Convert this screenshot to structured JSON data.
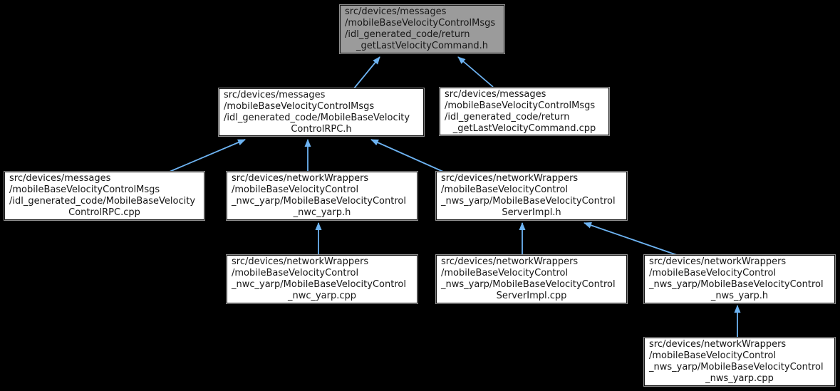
{
  "diagram": {
    "type": "include-dependency-graph",
    "background_color": "#000000",
    "arrow_color": "#6db3f2",
    "node_fill": "#ffffff",
    "node_border": "#141414",
    "highlighted_node_fill": "#9b9b9b",
    "nodes": {
      "n1": {
        "highlighted": true,
        "lines": [
          "src/devices/messages",
          "/mobileBaseVelocityControlMsgs",
          "/idl_generated_code/return",
          "_getLastVelocityCommand.h"
        ]
      },
      "n2": {
        "highlighted": false,
        "lines": [
          "src/devices/messages",
          "/mobileBaseVelocityControlMsgs",
          "/idl_generated_code/MobileBaseVelocity",
          "ControlRPC.h"
        ]
      },
      "n3": {
        "highlighted": false,
        "lines": [
          "src/devices/messages",
          "/mobileBaseVelocityControlMsgs",
          "/idl_generated_code/return",
          "_getLastVelocityCommand.cpp"
        ]
      },
      "n4": {
        "highlighted": false,
        "lines": [
          "src/devices/messages",
          "/mobileBaseVelocityControlMsgs",
          "/idl_generated_code/MobileBaseVelocity",
          "ControlRPC.cpp"
        ]
      },
      "n5": {
        "highlighted": false,
        "lines": [
          "src/devices/networkWrappers",
          "/mobileBaseVelocityControl",
          "_nwc_yarp/MobileBaseVelocityControl",
          "_nwc_yarp.h"
        ]
      },
      "n6": {
        "highlighted": false,
        "lines": [
          "src/devices/networkWrappers",
          "/mobileBaseVelocityControl",
          "_nws_yarp/MobileBaseVelocityControl",
          "ServerImpl.h"
        ]
      },
      "n7": {
        "highlighted": false,
        "lines": [
          "src/devices/networkWrappers",
          "/mobileBaseVelocityControl",
          "_nwc_yarp/MobileBaseVelocityControl",
          "_nwc_yarp.cpp"
        ]
      },
      "n8": {
        "highlighted": false,
        "lines": [
          "src/devices/networkWrappers",
          "/mobileBaseVelocityControl",
          "_nws_yarp/MobileBaseVelocityControl",
          "ServerImpl.cpp"
        ]
      },
      "n9": {
        "highlighted": false,
        "lines": [
          "src/devices/networkWrappers",
          "/mobileBaseVelocityControl",
          "_nws_yarp/MobileBaseVelocityControl",
          "_nws_yarp.h"
        ]
      },
      "n10": {
        "highlighted": false,
        "lines": [
          "src/devices/networkWrappers",
          "/mobileBaseVelocityControl",
          "_nws_yarp/MobileBaseVelocityControl",
          "_nws_yarp.cpp"
        ]
      }
    },
    "edges": [
      {
        "from": "MobileBaseVelocityControlRPC.h",
        "to": "return_getLastVelocityCommand.h"
      },
      {
        "from": "return_getLastVelocityCommand.cpp",
        "to": "return_getLastVelocityCommand.h"
      },
      {
        "from": "MobileBaseVelocityControlRPC.cpp",
        "to": "MobileBaseVelocityControlRPC.h"
      },
      {
        "from": "MobileBaseVelocityControl_nwc_yarp.h",
        "to": "MobileBaseVelocityControlRPC.h"
      },
      {
        "from": "MobileBaseVelocityControlServerImpl.h",
        "to": "MobileBaseVelocityControlRPC.h"
      },
      {
        "from": "MobileBaseVelocityControl_nwc_yarp.cpp",
        "to": "MobileBaseVelocityControl_nwc_yarp.h"
      },
      {
        "from": "MobileBaseVelocityControlServerImpl.cpp",
        "to": "MobileBaseVelocityControlServerImpl.h"
      },
      {
        "from": "MobileBaseVelocityControl_nws_yarp.h",
        "to": "MobileBaseVelocityControlServerImpl.h"
      },
      {
        "from": "MobileBaseVelocityControl_nws_yarp.cpp",
        "to": "MobileBaseVelocityControl_nws_yarp.h"
      }
    ]
  }
}
